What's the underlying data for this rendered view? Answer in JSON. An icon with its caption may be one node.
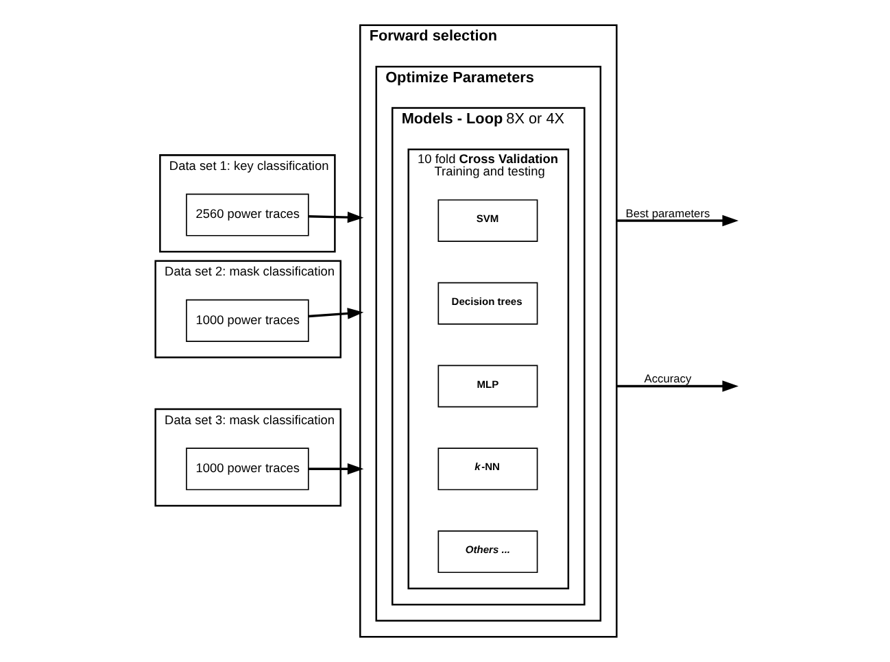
{
  "diagram": {
    "nodes": [
      {
        "text": [
          "Forward selection"
        ]
      },
      {
        "text": [
          "Optimize Parameters"
        ],
        "in": 0
      },
      {
        "text": [
          "**Models - Loop** 8X or 4X"
        ],
        "in": 1
      },
      {
        "text": [
          "10 fold **Cross Validation**",
          "Training and testing"
        ],
        "in": 2
      },
      {
        "text": [
          "SVM"
        ],
        "in": 3
      },
      {
        "text": [
          "Decision trees"
        ],
        "in": 3
      },
      {
        "text": [
          "MLP"
        ],
        "in": 3
      },
      {
        "text": [
          "*k*-NN"
        ],
        "in": 3
      },
      {
        "text": [
          "Others ..."
        ],
        "in": 3
      },
      {
        "text": [
          "Data set 1: key classification"
        ]
      },
      {
        "text": [
          "2560 power traces"
        ],
        "in": 9
      },
      {
        "text": [
          "Data set 2: mask classification"
        ]
      },
      {
        "text": [
          "1000 power traces"
        ],
        "in": 11
      },
      {
        "text": [
          "Data set 3: mask classification"
        ]
      },
      {
        "text": [
          "1000 power traces"
        ],
        "in": 13
      }
    ],
    "edges": [
      {
        "from": 10,
        "to": 0,
        "arrow": "to"
      },
      {
        "from": 12,
        "to": 0,
        "arrow": "to"
      },
      {
        "from": 14,
        "to": 0,
        "arrow": "to"
      },
      {
        "from": 0,
        "to": null,
        "arrow": "to",
        "label": "Best parameters"
      },
      {
        "from": 0,
        "to": null,
        "arrow": "to",
        "label": "Accuracy"
      }
    ]
  }
}
